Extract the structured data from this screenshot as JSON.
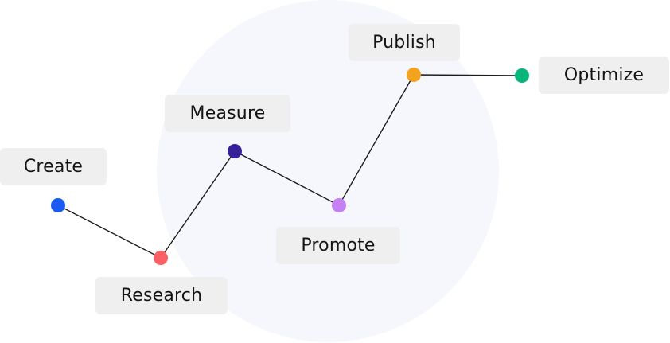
{
  "steps": [
    {
      "label": "Create",
      "color": "#1a5cf2"
    },
    {
      "label": "Research",
      "color": "#fb6065"
    },
    {
      "label": "Measure",
      "color": "#38229a"
    },
    {
      "label": "Promote",
      "color": "#c580f4"
    },
    {
      "label": "Publish",
      "color": "#f5a31c"
    },
    {
      "label": "Optimize",
      "color": "#06b67a"
    }
  ],
  "colors": {
    "label_background": "#efefef",
    "background_circle": "#f6f7fc",
    "connector_line": "#1b1b1b",
    "text": "#141414"
  }
}
